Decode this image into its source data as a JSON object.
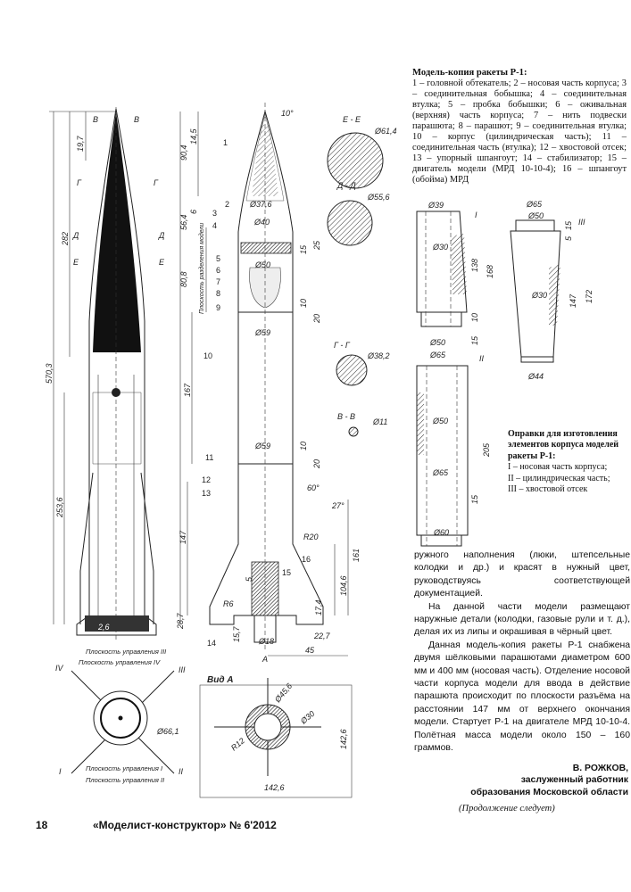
{
  "legend": {
    "title": "Модель-копия ракеты Р-1:",
    "text": "1 – головной обтекатель; 2 – носовая часть корпуса; 3 – соединительная бобышка; 4 – соединительная втулка; 5 – пробка бобышки; 6 – оживальная (верхняя) часть корпуса; 7 – нить подвески парашюта; 8 – парашют; 9 – соединительная втулка; 10 – корпус (цилиндрическая часть); 11 – соединительная часть (втулка); 12 – хвостовой отсек; 13 – упорный шпангоут; 14 – стабилизатор; 15 – двигатель модели (МРД 10-10-4); 16 – шпангоут (обойма) МРД"
  },
  "mandrels": {
    "title": "Оправки для изготовления элементов корпуса моделей ракеты Р-1:",
    "items": [
      "I – носовая часть корпуса;",
      "II – цилиндрическая часть;",
      "III – хвостовой отсек"
    ],
    "labels": [
      "I",
      "II",
      "III"
    ],
    "dims": [
      "Ø39",
      "Ø30",
      "138",
      "168",
      "10",
      "Ø50",
      "15",
      "Ø65",
      "Ø65",
      "Ø50",
      "15",
      "5",
      "Ø30",
      "147",
      "172",
      "Ø44",
      "Ø50",
      "205",
      "Ø65",
      "15",
      "Ø60"
    ]
  },
  "article": {
    "p1": "ружного наполнения (люки, штепсельные колодки и др.) и красят в нужный цвет, руководствуясь соответствующей документацией.",
    "p2": "На данной части модели размещают наружные детали (колодки, газовые рули и т. д.), делая их из липы и окрашивая в чёрный цвет.",
    "p3": "Данная модель-копия ракеты Р-1 снабжена двумя шёлковыми парашютами диаметром 600 мм и 400 мм (носовая часть). Отделение носовой части корпуса модели для ввода в действие парашюта происходит по плоскости разъёма на расстоянии 147 мм от верхнего окончания модели. Стартует Р-1 на двигателе МРД 10-10-4. Полётная масса модели около 150 – 160 граммов."
  },
  "author": {
    "name": "В. РОЖКОВ,",
    "title1": "заслуженный работник",
    "title2": "образования Московской области"
  },
  "continued": "(Продолжение следует)",
  "footer": {
    "page": "18",
    "magazine": "«Моделист-конструктор» № 6'2012"
  },
  "drawing": {
    "side_marks": [
      "В",
      "В",
      "Г",
      "Г",
      "Д",
      "Д",
      "Е",
      "Е"
    ],
    "side_dims": [
      "19,7",
      "282",
      "570,3",
      "253,6",
      "2,6",
      "28,7"
    ],
    "main_dims": [
      "10°",
      "90,4",
      "14,5",
      "56,4",
      "6",
      "80,8",
      "Ø37,6",
      "Ø40",
      "Ø50",
      "Ø59",
      "15",
      "25",
      "10",
      "20",
      "167",
      "Ø59",
      "10",
      "20",
      "60°",
      "27°",
      "R20",
      "147",
      "161",
      "104,6",
      "17,4",
      "R6",
      "5",
      "15,7",
      "Ø18",
      "45",
      "22,7",
      "А"
    ],
    "split_plane": "Плоскость разделения модели",
    "parts": [
      "1",
      "2",
      "3",
      "4",
      "5",
      "6",
      "7",
      "8",
      "9",
      "10",
      "11",
      "12",
      "13",
      "14",
      "15",
      "16"
    ],
    "sections": [
      {
        "name": "Е - Е",
        "dia": "Ø61,4"
      },
      {
        "name": "Д - Д",
        "dia": "Ø55,6"
      },
      {
        "name": "Г - Г",
        "dia": "Ø38,2"
      },
      {
        "name": "В - В",
        "dia": "Ø11"
      }
    ],
    "planes": [
      "Плоскость управления III",
      "Плоскость управления IV",
      "Плоскость управления I",
      "Плоскость управления II"
    ],
    "roman": [
      "IV",
      "III",
      "I",
      "II"
    ],
    "bottom_dia": "Ø66,1",
    "view_a": {
      "title": "Вид А",
      "dims": [
        "Ø45,6",
        "Ø30",
        "R12",
        "142,6",
        "142,6"
      ]
    }
  }
}
